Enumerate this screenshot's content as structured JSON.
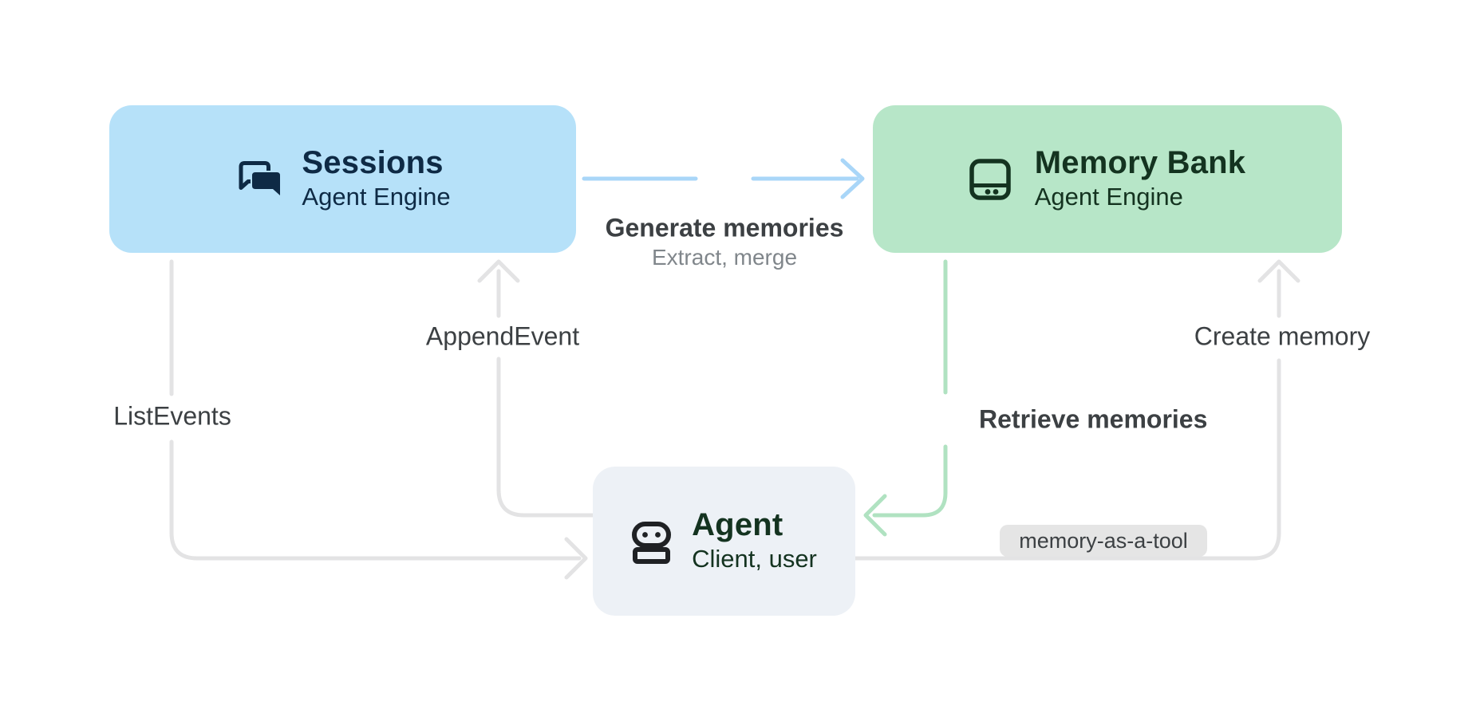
{
  "nodes": {
    "sessions": {
      "title": "Sessions",
      "subtitle": "Agent Engine",
      "icon": "chat-forum-icon"
    },
    "memory_bank": {
      "title": "Memory Bank",
      "subtitle": "Agent Engine",
      "icon": "memory-bank-icon"
    },
    "agent": {
      "title": "Agent",
      "subtitle": "Client, user",
      "icon": "robot-icon"
    }
  },
  "edges": {
    "generate_memories": {
      "label": "Generate memories",
      "sublabel": "Extract, merge",
      "from": "sessions",
      "to": "memory_bank",
      "decoration": "sparkle-icon"
    },
    "retrieve_memories": {
      "label": "Retrieve memories",
      "from": "memory_bank",
      "to": "agent",
      "decoration": "sparkle-icon"
    },
    "append_event": {
      "label": "AppendEvent",
      "from": "agent",
      "to": "sessions"
    },
    "list_events": {
      "label": "ListEvents",
      "from": "sessions",
      "to": "agent"
    },
    "create_memory": {
      "label": "Create memory",
      "badge": "memory-as-a-tool",
      "from": "agent",
      "to": "memory_bank"
    }
  },
  "colors": {
    "sessions_bg": "#b6e1f9",
    "sessions_fg": "#0e2a45",
    "memory_bg": "#b7e6c8",
    "memory_fg": "#143320",
    "agent_bg": "#edf1f6",
    "icon_dark": "#1f2124",
    "arrow_blue": "#a9d6f8",
    "arrow_green": "#b0e2c1",
    "arrow_gray": "#e3e3e4",
    "sparkle_blue": "#a9d6f8",
    "sparkle_green": "#a9dfbd",
    "label_fg": "#3c4043",
    "sublabel_fg": "#80868b",
    "badge_bg": "#e5e5e5",
    "badge_fg": "#3c4043"
  }
}
